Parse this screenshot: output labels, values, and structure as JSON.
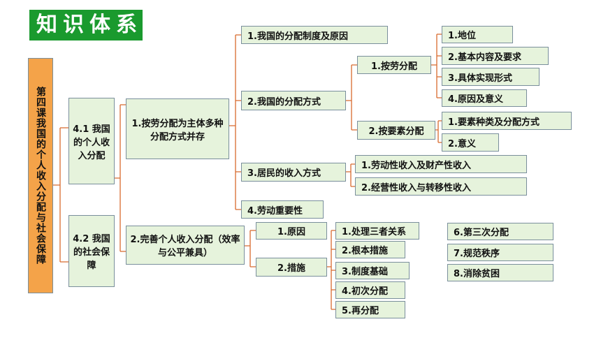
{
  "title": "知识体系",
  "root": "第四课我国的个人收入分配与社会保障",
  "sections": {
    "s41": "4.1 我国的个人收入分配",
    "s42": "4.2 我国的社会保障"
  },
  "level2": {
    "a": "1.按劳分配为主体多种分配方式并存",
    "b": "2.完善个人收入分配（效率与公平兼具）"
  },
  "level3": {
    "a1": "1.我国的分配制度及原因",
    "a2": "2.我国的分配方式",
    "a3": "3.居民的收入方式",
    "a4": "4.劳动重要性",
    "b1": "1.原因",
    "b2": "2.措施"
  },
  "level4": {
    "labor": "1.按劳分配",
    "factor": "2.按要素分配",
    "inc1": "1.劳动性收入及财产性收入",
    "inc2": "2.经营性收入与转移性收入"
  },
  "labor_items": [
    "1.地位",
    "2.基本内容及要求",
    "3.具体实现形式",
    "4.原因及意义"
  ],
  "factor_items": [
    "1.要素种类及分配方式",
    "2.意义"
  ],
  "measures_col1": [
    "1.处理三者关系",
    "2.根本措施",
    "3.制度基础",
    "4.初次分配",
    "5.再分配"
  ],
  "measures_col2": [
    "6.第三次分配",
    "7.规范秩序",
    "8.消除贫困"
  ]
}
